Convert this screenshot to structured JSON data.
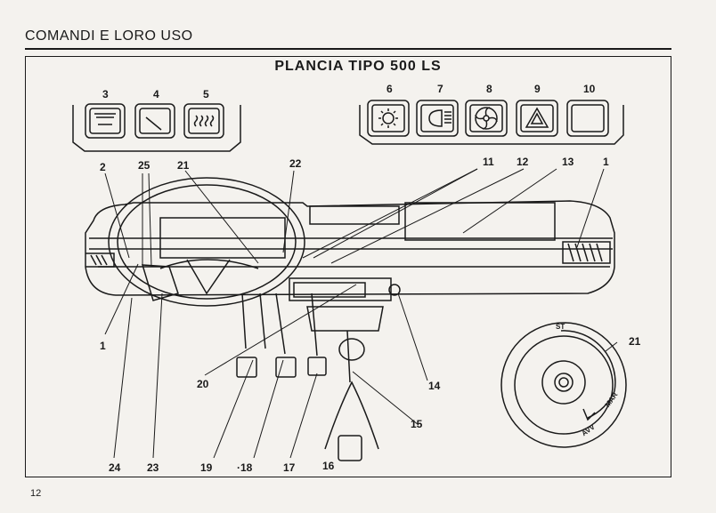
{
  "header": {
    "section_title": "COMANDI E LORO USO"
  },
  "diagram": {
    "title": "PLANCIA TIPO 500 LS"
  },
  "icons": {
    "group_left": [
      "rear-window-heater-icon",
      "gauge-icon",
      "heated-rear-window-icon"
    ],
    "group_right": [
      "interior-light-icon",
      "headlight-icon",
      "fan-icon",
      "hazard-warning-icon",
      "blank-switch-icon"
    ]
  },
  "callouts": {
    "c1": "1",
    "c2": "2",
    "c3": "3",
    "c4": "4",
    "c5": "5",
    "c6": "6",
    "c7": "7",
    "c8": "8",
    "c9": "9",
    "c10": "10",
    "c11": "11",
    "c12": "12",
    "c13": "13",
    "c14": "14",
    "c15": "15",
    "c16": "16",
    "c17": "17",
    "c18": "·18",
    "c19": "19",
    "c20": "20",
    "c21": "21",
    "c22": "22",
    "c23": "23",
    "c24": "24",
    "c25": "25",
    "c1b": "1",
    "c21b": "21"
  },
  "ignition": {
    "st": "ST",
    "mar": "MAR",
    "avv": "AVV"
  },
  "footer": {
    "page_number": "12"
  }
}
